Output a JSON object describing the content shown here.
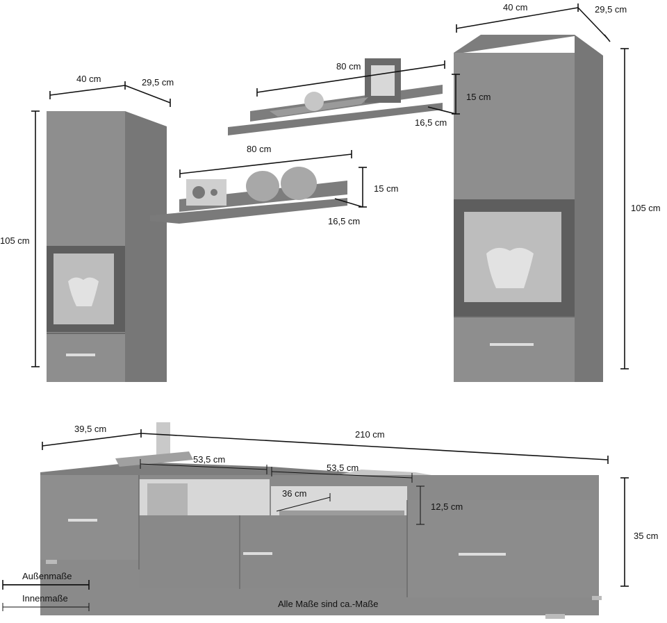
{
  "dimensions": {
    "left_cabinet_width": "40 cm",
    "left_cabinet_depth": "29,5 cm",
    "left_cabinet_height": "105 cm",
    "right_cabinet_width": "40 cm",
    "right_cabinet_depth": "29,5 cm",
    "right_cabinet_height": "105 cm",
    "upper_shelf_width": "80 cm",
    "upper_shelf_height": "15 cm",
    "upper_shelf_depth": "16,5 cm",
    "lower_shelf_width": "80 cm",
    "lower_shelf_height": "15 cm",
    "lower_shelf_depth": "16,5 cm",
    "lowboard_depth": "39,5 cm",
    "lowboard_width": "210 cm",
    "lowboard_height": "35 cm",
    "compartment_left_width": "53,5 cm",
    "compartment_right_width": "53,5 cm",
    "compartment_depth": "36 cm",
    "compartment_height": "12,5 cm"
  },
  "legend": {
    "outer_label": "Außenmaße",
    "inner_label": "Innenmaße"
  },
  "footnote": "Alle Maße sind ca.-Maße",
  "colors": {
    "furniture": "#8c8c8c",
    "furniture_dark": "#6e6e6e",
    "furniture_side": "#7a7a7a",
    "glass": "#b8b8b8",
    "line": "#111111"
  }
}
